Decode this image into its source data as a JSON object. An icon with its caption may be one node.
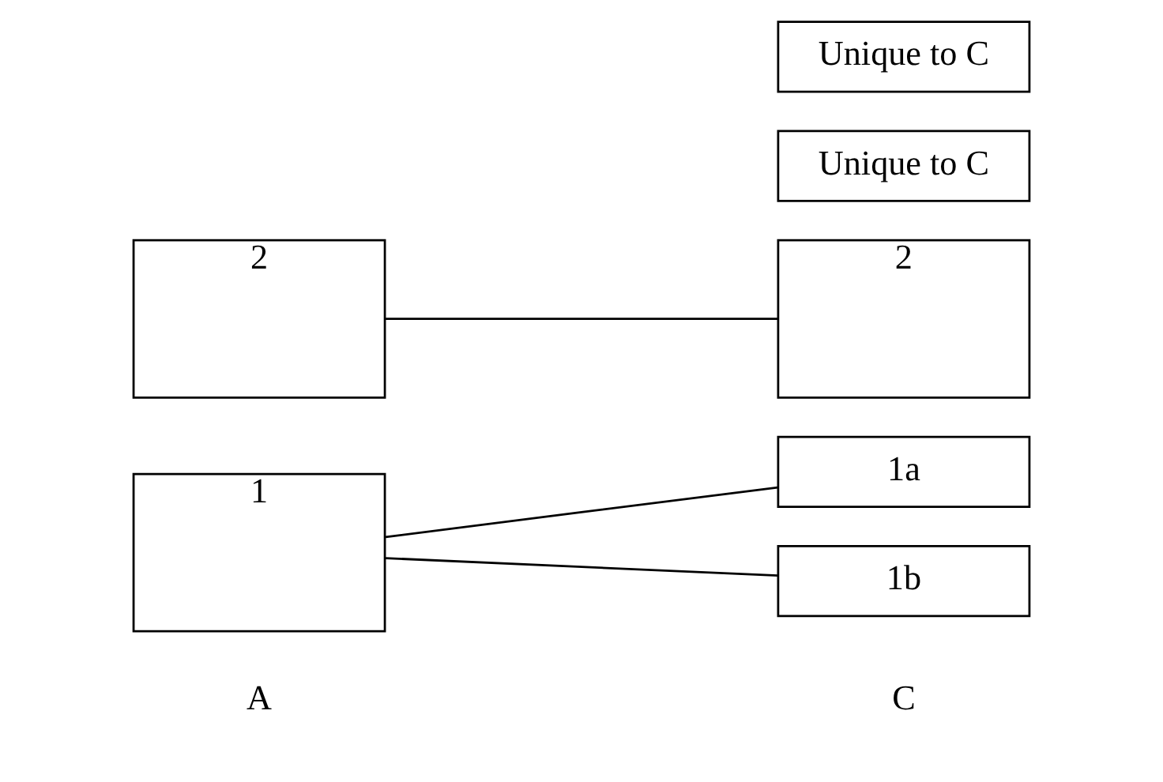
{
  "diagram": {
    "nodes": [
      {
        "text": [
          "1"
        ]
      },
      {
        "text": [
          "2"
        ]
      },
      {
        "text": [
          "2"
        ]
      },
      {
        "text": [
          "1a"
        ]
      },
      {
        "text": [
          "Unique to C"
        ]
      },
      {
        "text": [
          "Unique to C"
        ]
      },
      {
        "text": [
          "1b"
        ]
      }
    ],
    "edges": [
      {
        "from": 0,
        "to": 3,
        "arrow": "none"
      },
      {
        "from": 0,
        "to": 6,
        "arrow": "none"
      },
      {
        "from": 1,
        "to": 2,
        "arrow": "none"
      }
    ],
    "labels": [
      "A",
      "C"
    ]
  }
}
